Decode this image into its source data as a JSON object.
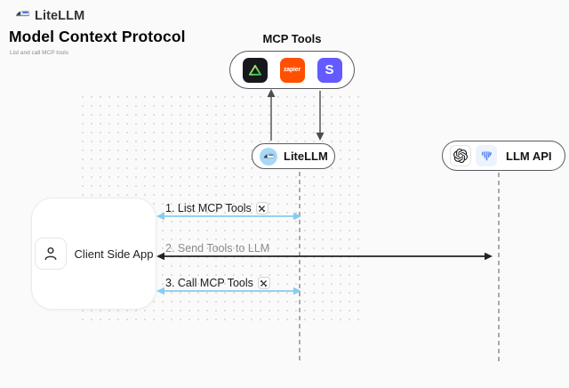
{
  "header": {
    "brand": "LiteLLM"
  },
  "hero": {
    "title": "Model Context Protocol",
    "subtitle": "List and call MCP tools"
  },
  "mcp_tools": {
    "label": "MCP Tools",
    "tools": [
      {
        "name": "triangle-tool",
        "bg": "#17181D"
      },
      {
        "name": "zapier",
        "text": "zapier",
        "bg": "#FF4F00"
      },
      {
        "name": "stripe",
        "text": "S",
        "bg": "#635BFF"
      }
    ]
  },
  "nodes": {
    "litellm": {
      "label": "LiteLLM"
    },
    "llm_api": {
      "label": "LLM API"
    },
    "client": {
      "label": "Client Side App"
    }
  },
  "steps": [
    {
      "label": "1. List MCP Tools",
      "tool_icon": true
    },
    {
      "label": "2. Send Tools to LLM",
      "tool_icon": false
    },
    {
      "label": "3. Call MCP Tools",
      "tool_icon": true
    }
  ],
  "colors": {
    "background": "#FAFAFA",
    "arrow_blue": "#87CBEF",
    "arrow_dark": "#222222",
    "lifeline_gray": "#ABABAB",
    "node_border": "#5A5A60",
    "zapier_orange": "#FF4F00",
    "stripe_indigo": "#635BFF",
    "tool_tile_black": "#17181D",
    "triangle_green": "#5BDB46",
    "litellm_icon_bg": "#A6D9F7"
  }
}
